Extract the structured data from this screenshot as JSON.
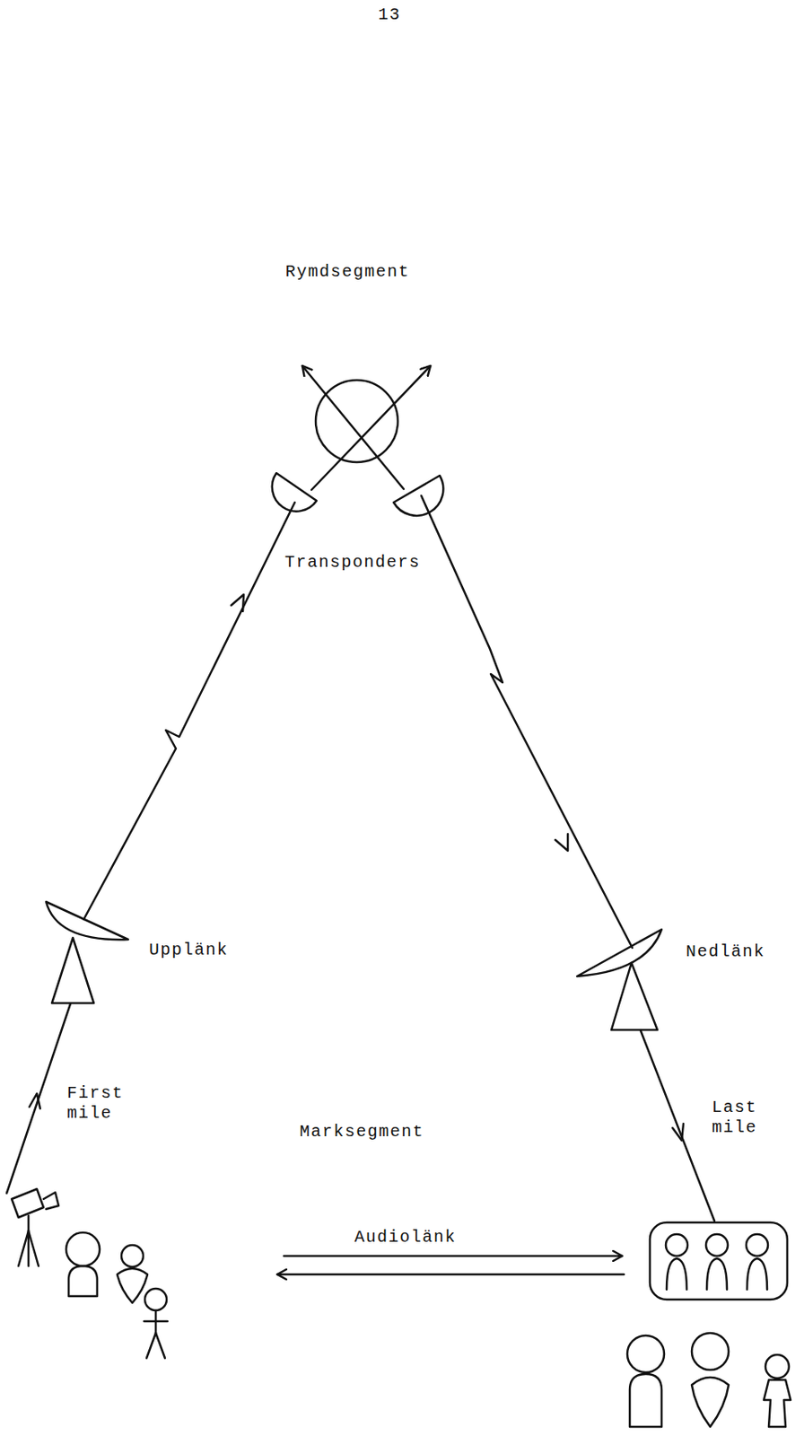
{
  "diagram": {
    "labels": [
      "13",
      "Rymdsegment",
      "Transponders",
      "Upplänk",
      "Nedlänk",
      "First mile",
      "Marksegment",
      "Last mile",
      "Audiolänk"
    ]
  }
}
